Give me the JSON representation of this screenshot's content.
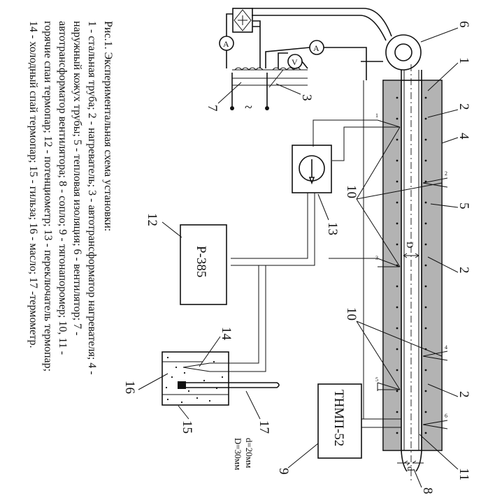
{
  "caption": {
    "title": "Рис.1. Экспериментальная схема установки:",
    "lines": [
      "1 - стальная труба; 2 - нагреватель; 3 - автотрансформатор нагревателя; 4 -",
      "наружный кожух трубы; 5 - тепловая изоляция; 6 - вентилятор; 7 -",
      "автотрансформатор вентилятора; 8 - сопло; 9 - тягонапоромер; 10, 11 -",
      "горячие спаи термопар; 12 - потенциометр; 13 - переключатель термопар;",
      "14 - холодный спай термопар; 15 - гильза; 16 - масло; 17 -термометр."
    ]
  },
  "devices": {
    "potentiometer": "Р-385",
    "manometer": "ТНМП-52"
  },
  "dimensions": {
    "d": "d=20мм",
    "D": "D=30мм",
    "d_label": "d",
    "D_label": "D"
  },
  "meters": {
    "ammeter": "A",
    "voltmeter": "V"
  },
  "ac_symbol": "~",
  "thermocouple_numbers": [
    "1",
    "2",
    "3",
    "4",
    "5",
    "6"
  ],
  "callouts": [
    "1",
    "2",
    "2",
    "2",
    "3",
    "4",
    "5",
    "6",
    "7",
    "8",
    "9",
    "10",
    "10",
    "11",
    "12",
    "13",
    "14",
    "15",
    "16",
    "17"
  ]
}
